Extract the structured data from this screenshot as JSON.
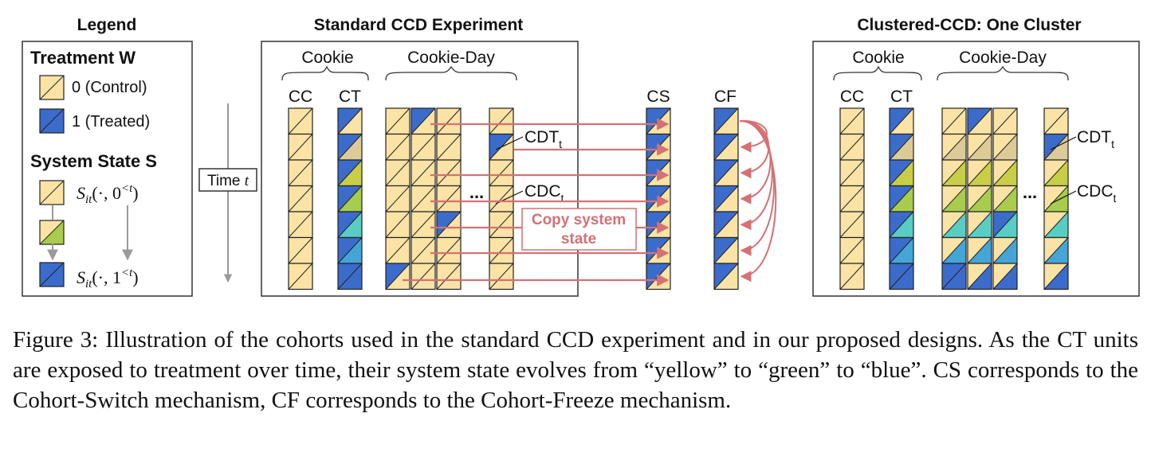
{
  "figure": {
    "legend": {
      "title": "Legend",
      "treatment_heading": "Treatment W",
      "control_label": "0 (Control)",
      "treated_label": "1 (Treated)",
      "state_heading": "System State S",
      "state_formula_0": "S",
      "state_formula_0_sub": "it",
      "state_formula_0_args": "(·, 0",
      "state_formula_0_sup": "<t",
      "state_formula_1": "S",
      "state_formula_1_sub": "it",
      "state_formula_1_args": "(·, 1",
      "state_formula_1_sup": "<t",
      "close_paren": ")"
    },
    "time_label": "Time",
    "time_var": "t",
    "standard": {
      "title": "Standard CCD Experiment",
      "group_cookie": "Cookie",
      "group_cookie_day": "Cookie-Day",
      "col_cc": "CC",
      "col_ct": "CT",
      "ellipsis": "...",
      "cdt_label": "CDT",
      "cdc_label": "CDC",
      "sub_t": "t",
      "copy_box_line1": "Copy system",
      "copy_box_line2": "state"
    },
    "col_cs": "CS",
    "col_cf": "CF",
    "clustered": {
      "title": "Clustered-CCD: One Cluster",
      "group_cookie": "Cookie",
      "group_cookie_day": "Cookie-Day",
      "col_cc": "CC",
      "col_ct": "CT",
      "ellipsis": "...",
      "cdt_label": "CDT",
      "cdc_label": "CDC",
      "sub_t": "t"
    },
    "colors": {
      "yellow": "#FAE3A5",
      "blue": "#3B6CCB",
      "tan": "#DCCB97",
      "olive": "#C8CF46",
      "green": "#A7CC4E",
      "teal": "#59CDC4",
      "sky": "#44A5D6",
      "arrow": "#D47175"
    }
  },
  "caption": {
    "text": "Figure 3: Illustration of the cohorts used in the standard CCD experiment and in our proposed designs. As the CT units are exposed to treatment over time, their system state evolves from “yellow” to “green” to “blue”. CS corresponds to the Cohort-Switch mechanism, CF corresponds to the Cohort-Freeze mechanism."
  }
}
